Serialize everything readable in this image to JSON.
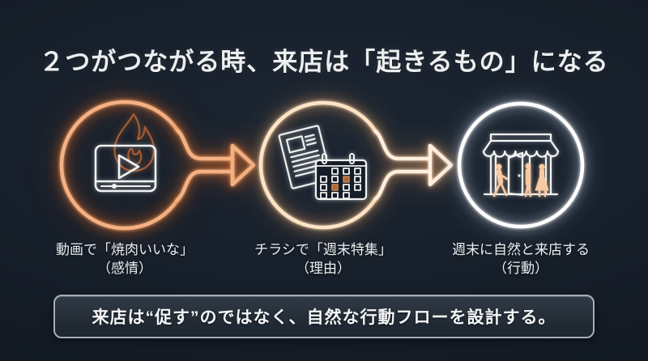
{
  "slide": {
    "title": "２つがつながる時、来店は「起きるもの」になる",
    "steps": [
      {
        "name": "video-emotion",
        "icon": "video-player-with-flame-icon",
        "caption_line1": "動画で「焼肉いいな」",
        "caption_line2": "（感情）",
        "ring_color": "#f5b184"
      },
      {
        "name": "flyer-reason",
        "icon": "flyer-and-calendar-icon",
        "caption_line1": "チラシで「週末特集」",
        "caption_line2": "（理由）",
        "ring_color": "#ffe4c6"
      },
      {
        "name": "store-visit-action",
        "icon": "storefront-with-customers-icon",
        "caption_line1": "週末に自然と来店する",
        "caption_line2": "（行動）",
        "ring_color": "#ffffff"
      }
    ],
    "banner_text": "来店は“促す”のではなく、自然な行動フローを設計する。",
    "colors": {
      "background": "#151d28",
      "arrow_video_to_flyer": "#f5b184",
      "arrow_flyer_to_store": "#ffeedd",
      "flame": "#a15a32",
      "calendar_highlight": "#aa683c",
      "people": "#f6c9a2",
      "banner_border": "#a4adb8",
      "banner_background": "#232c36",
      "text": "#edf0f3"
    }
  }
}
